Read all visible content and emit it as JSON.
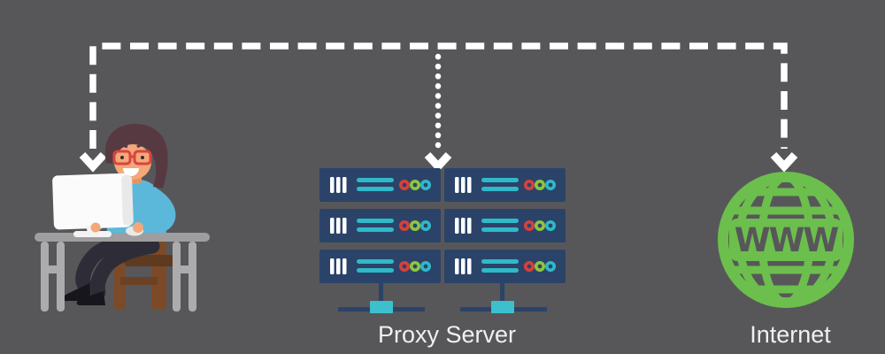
{
  "scene": {
    "background_color": "#575759",
    "labels": {
      "proxy_server": "Proxy Server",
      "internet": "Internet",
      "www": "WWW"
    },
    "nodes": {
      "left": "user-at-computer",
      "middle": "proxy-server-rack",
      "right": "internet-globe"
    },
    "flow": {
      "style_user_to_internet": "dashed",
      "style_branch_to_proxy": "dotted",
      "arrow_targets": [
        "user-at-computer",
        "proxy-server-rack",
        "internet-globe"
      ]
    },
    "colors": {
      "flow_line": "#FFFFFF",
      "server_body": "#2B4368",
      "server_stripe": "#2FB9C9",
      "led_red": "#D8403C",
      "led_green": "#8DC63F",
      "led_teal": "#2FB9C9",
      "connector_teal": "#3CC0CE",
      "globe_green": "#6CBF4C",
      "label_text": "#F0F0F0",
      "sweater_blue": "#5CB8DA",
      "skin": "#F4A779",
      "hair": "#573A41",
      "glasses_red": "#D8453F",
      "pants": "#2E2D37",
      "chair_brown": "#7C4A28",
      "desk_gray": "#9E9EA0"
    }
  }
}
